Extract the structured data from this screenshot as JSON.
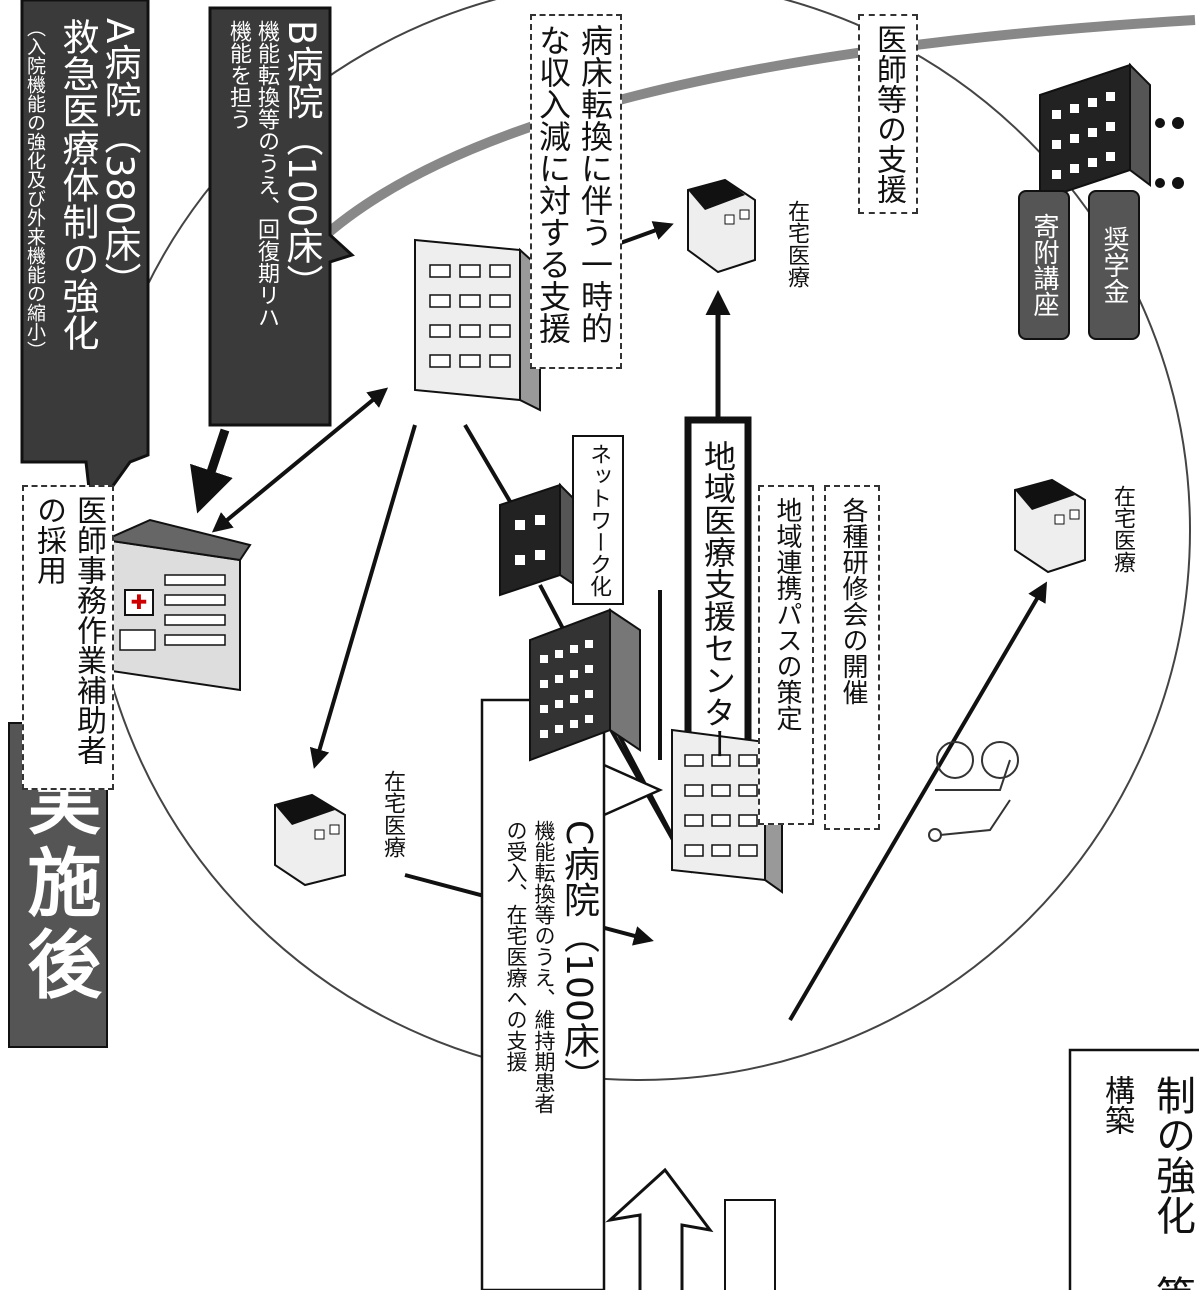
{
  "header": {
    "title": "実施後"
  },
  "hospitals": {
    "a": {
      "name": "A病院（380床）",
      "role": "救急医療体制の強化",
      "note": "（入院機能の強化及び外来機能の縮小）"
    },
    "b": {
      "name": "B病院（100床）",
      "role": "機能転換等のうえ、回復期リハ",
      "role2": "機能を担う"
    },
    "c": {
      "name": "C病院（100床）",
      "role": "機能転換等のうえ、維持期患者",
      "role2": "の受入、在宅医療への支援"
    }
  },
  "labels": {
    "clerk": "医師事務作業補助者",
    "clerk2": "の採用",
    "beds": "病床転換に伴う一時的",
    "beds2": "な収入減に対する支援",
    "doctor_support": "医師等の支援",
    "network": "ネットワーク化",
    "center": "地域医療支援センター",
    "pathway": "地域連携パスの策定",
    "training": "各種研修会の開催",
    "homecare_top": "在宅医療",
    "homecare_left": "在宅医療",
    "homecare_right": "在宅医療",
    "endowed": "寄附講座",
    "scholarship": "奨学金",
    "bottom_main": "制の強化　等",
    "bottom_sub": "構築"
  },
  "colors": {
    "dark_fill": "#3a3a3a",
    "box_fill": "#555555",
    "line": "#111111"
  }
}
